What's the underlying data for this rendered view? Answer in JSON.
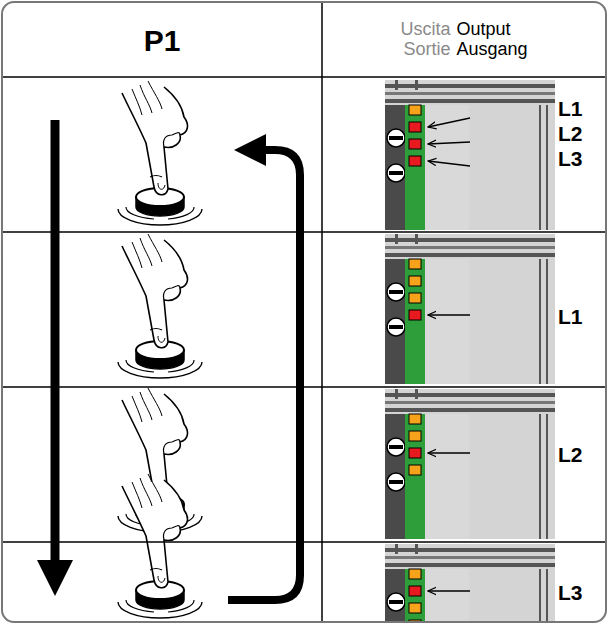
{
  "diagram": {
    "nodes": [
      {
        "text": [
          "P1"
        ]
      },
      {
        "text": [
          "Uscita",
          "Output",
          "Sortie",
          "Ausgang"
        ]
      }
    ],
    "labels": [
      "L1",
      "L2",
      "L3",
      "L1",
      "L2",
      "L3"
    ]
  }
}
